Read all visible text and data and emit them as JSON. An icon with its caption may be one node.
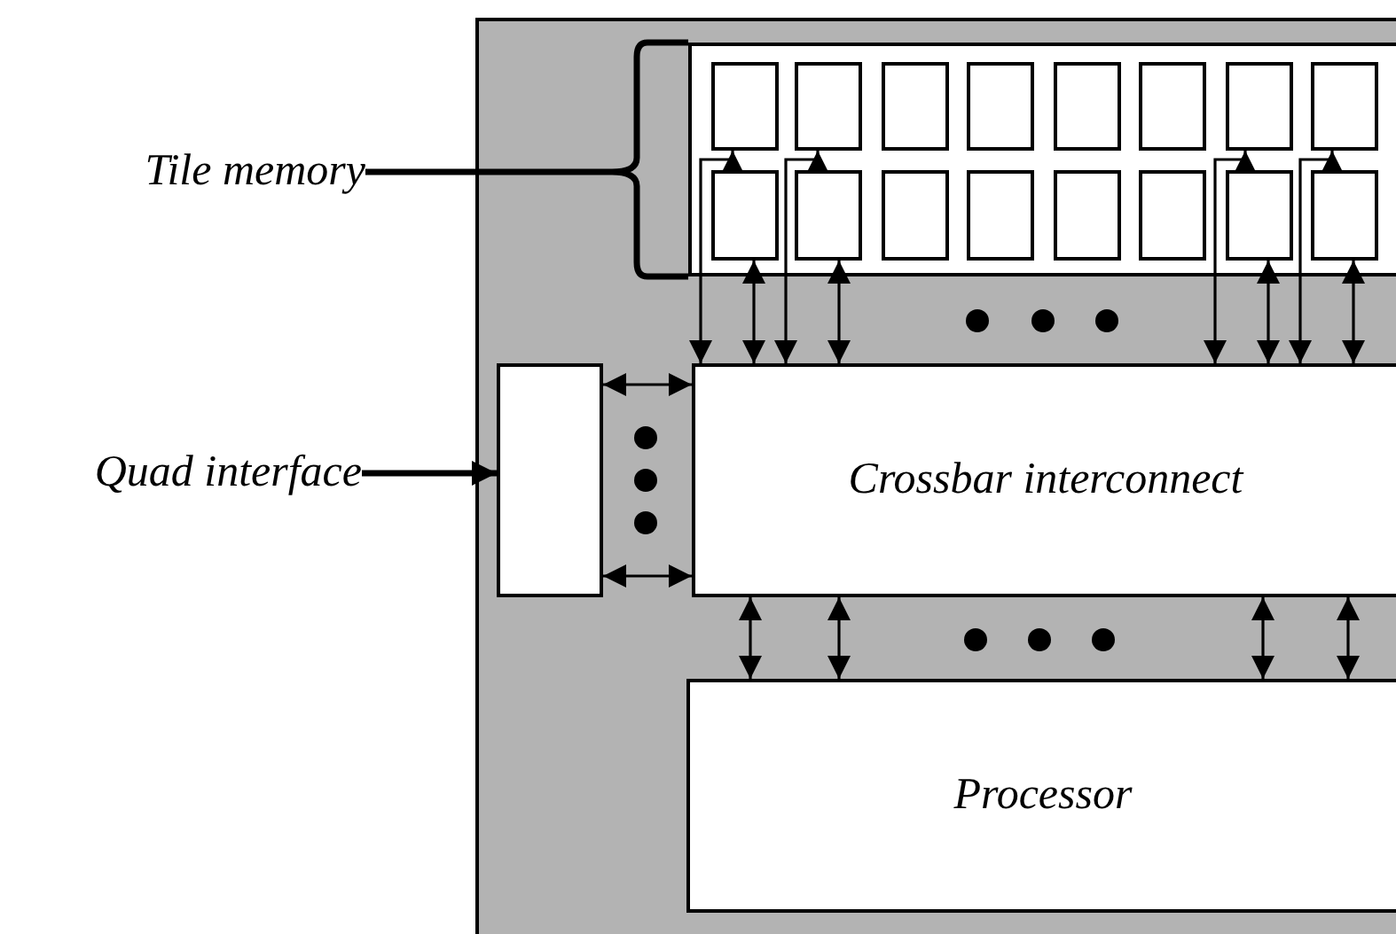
{
  "diagram": {
    "nodes": [
      {
        "text": [
          "Tile memory"
        ]
      },
      {
        "text": [
          "Quad interface"
        ]
      },
      {
        "text": [],
        "shape": "box"
      },
      {
        "text": [],
        "shape": "box",
        "in": 2
      },
      {
        "text": [],
        "shape": "box",
        "in": 3
      },
      {
        "text": [],
        "shape": "box",
        "in": 3
      },
      {
        "text": [],
        "shape": "box",
        "in": 3
      },
      {
        "text": [],
        "shape": "box",
        "in": 3
      },
      {
        "text": [],
        "shape": "box",
        "in": 3
      },
      {
        "text": [],
        "shape": "box",
        "in": 3
      },
      {
        "text": [],
        "shape": "box",
        "in": 3
      },
      {
        "text": [],
        "shape": "box",
        "in": 3
      },
      {
        "text": [],
        "shape": "box",
        "in": 3
      },
      {
        "text": [],
        "shape": "box",
        "in": 3
      },
      {
        "text": [],
        "shape": "box",
        "in": 3
      },
      {
        "text": [],
        "shape": "box",
        "in": 3
      },
      {
        "text": [],
        "shape": "box",
        "in": 3
      },
      {
        "text": [],
        "shape": "box",
        "in": 3
      },
      {
        "text": [],
        "shape": "box",
        "in": 3
      },
      {
        "text": [],
        "shape": "box",
        "in": 3
      },
      {
        "text": [],
        "shape": "box",
        "in": 2
      },
      {
        "text": [
          "Crossbar interconnect"
        ],
        "in": 2
      },
      {
        "text": [
          "Processor"
        ],
        "in": 2
      }
    ],
    "edges": [
      {
        "from": 0,
        "to": 3,
        "arrow": "none",
        "style": "thick"
      },
      {
        "from": 1,
        "to": 20,
        "arrow": "to",
        "style": "thick"
      },
      {
        "from": 21,
        "to": 4,
        "arrow": "both"
      },
      {
        "from": 21,
        "to": 12,
        "arrow": "both"
      },
      {
        "from": 21,
        "to": 5,
        "arrow": "both"
      },
      {
        "from": 21,
        "to": 13,
        "arrow": "both"
      },
      {
        "from": 21,
        "to": 10,
        "arrow": "both"
      },
      {
        "from": 21,
        "to": 18,
        "arrow": "both"
      },
      {
        "from": 21,
        "to": 11,
        "arrow": "both"
      },
      {
        "from": 21,
        "to": 19,
        "arrow": "both"
      },
      {
        "from": 20,
        "to": 21,
        "arrow": "both"
      },
      {
        "from": 20,
        "to": 21,
        "arrow": "both"
      },
      {
        "from": 21,
        "to": 22,
        "arrow": "both"
      },
      {
        "from": 21,
        "to": 22,
        "arrow": "both"
      },
      {
        "from": 21,
        "to": 22,
        "arrow": "both"
      },
      {
        "from": 21,
        "to": 22,
        "arrow": "both"
      }
    ]
  }
}
